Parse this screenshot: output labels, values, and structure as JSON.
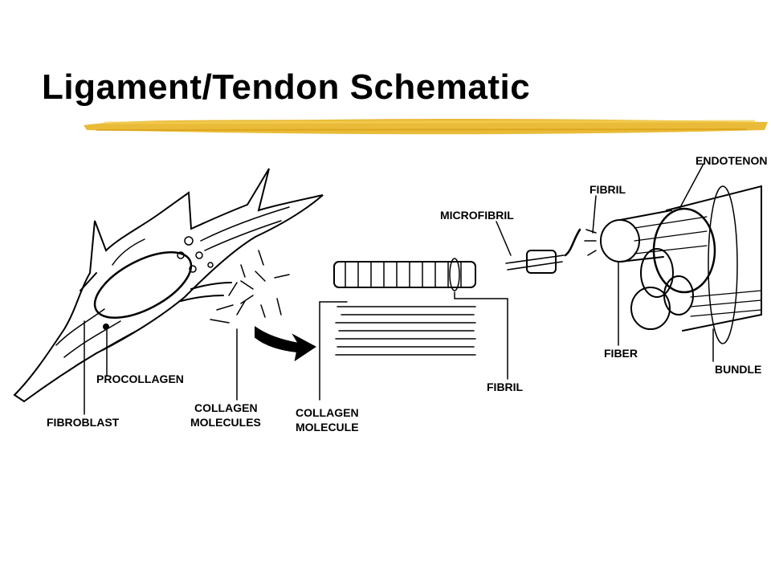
{
  "title": "Ligament/Tendon Schematic",
  "colors": {
    "underline": "#e8b422",
    "ink": "#000000",
    "background": "#ffffff"
  },
  "labels": {
    "procollagen": "PROCOLLAGEN",
    "fibroblast": "FIBROBLAST",
    "collagen_molecules_1": "COLLAGEN",
    "collagen_molecules_2": "MOLECULES",
    "collagen_molecule_1": "COLLAGEN",
    "collagen_molecule_2": "MOLECULE",
    "microfibril": "MICROFIBRIL",
    "fibril_top": "FIBRIL",
    "fibril_bottom": "FIBRIL",
    "endotenon": "ENDOTENON",
    "fiber": "FIBER",
    "bundle": "BUNDLE"
  }
}
